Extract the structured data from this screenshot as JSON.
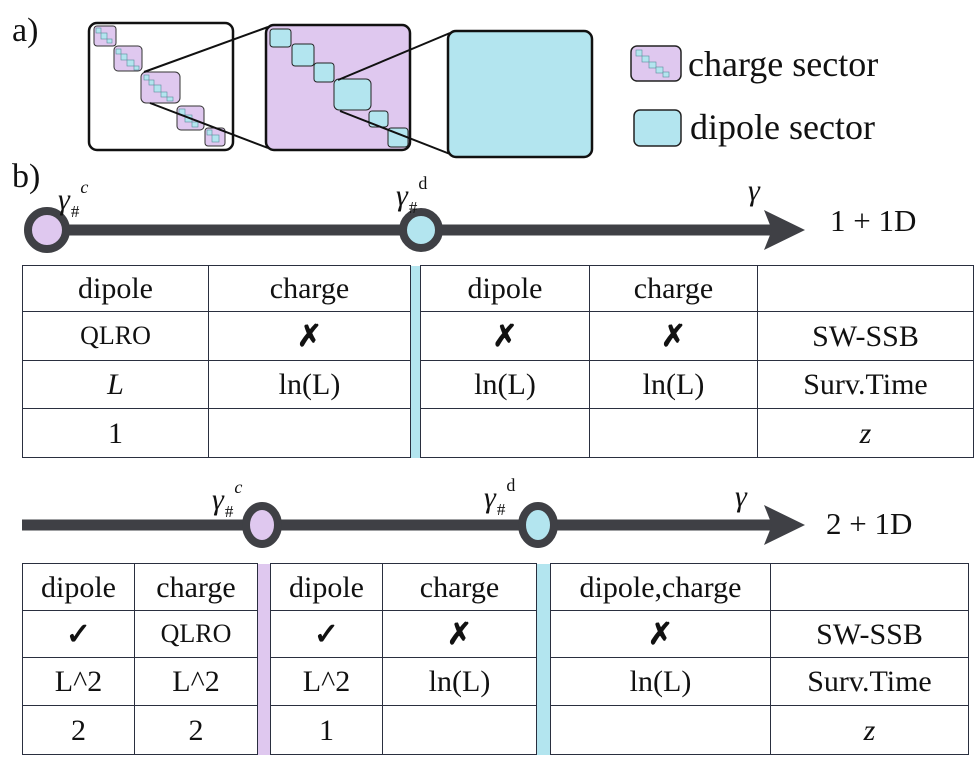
{
  "colors": {
    "charge": "#dfc8ef",
    "dipole": "#b3e5ef",
    "axis": "#3f4045",
    "border": "#2a2f3f"
  },
  "panel_a": {
    "label": "a)",
    "legend": [
      {
        "label": "charge sector",
        "color": "#dfc8ef"
      },
      {
        "label": "dipole sector",
        "color": "#b3e5ef"
      }
    ]
  },
  "panel_b": {
    "label": "b)",
    "top": {
      "markers": [
        {
          "symbol": "γ",
          "sub": "#",
          "sup": "c",
          "color": "#dfc8ef"
        },
        {
          "symbol": "γ",
          "sub": "#",
          "sup": "d",
          "color": "#b3e5ef"
        }
      ],
      "axis_label": "γ",
      "dimension": "1 + 1D",
      "table": {
        "widths": [
          186,
          202,
          10,
          169,
          168,
          216
        ],
        "bars": {
          "2": "#b3e5ef"
        },
        "rows": [
          [
            "dipole",
            "charge",
            "",
            "dipole",
            "charge",
            ""
          ],
          [
            "QLRO",
            "✗",
            "",
            "✗",
            "✗",
            "SW-SSB"
          ],
          [
            "L",
            "ln(L)",
            "",
            "ln(L)",
            "ln(L)",
            "Surv.Time"
          ],
          [
            "1",
            "",
            "",
            "",
            "",
            "z"
          ]
        ]
      }
    },
    "bottom": {
      "markers": [
        {
          "symbol": "γ",
          "sub": "#",
          "sup": "c",
          "color": "#dfc8ef"
        },
        {
          "symbol": "γ",
          "sub": "#",
          "sup": "d",
          "color": "#b3e5ef"
        }
      ],
      "axis_label": "γ",
      "dimension": "2 + 1D",
      "table": {
        "widths": [
          112,
          123,
          13,
          112,
          154,
          14,
          220,
          198
        ],
        "bars": {
          "2": "#dfc8ef",
          "5": "#b3e5ef"
        },
        "rows": [
          [
            "dipole",
            "charge",
            "",
            "dipole",
            "charge",
            "",
            "dipole,charge",
            ""
          ],
          [
            "✓",
            "QLRO",
            "",
            "✓",
            "✗",
            "",
            "✗",
            "SW-SSB"
          ],
          [
            "L^2",
            "L^2",
            "",
            "L^2",
            "ln(L)",
            "",
            "ln(L)",
            "Surv.Time"
          ],
          [
            "2",
            "2",
            "",
            "1",
            "",
            "",
            "",
            "z"
          ]
        ]
      }
    }
  }
}
